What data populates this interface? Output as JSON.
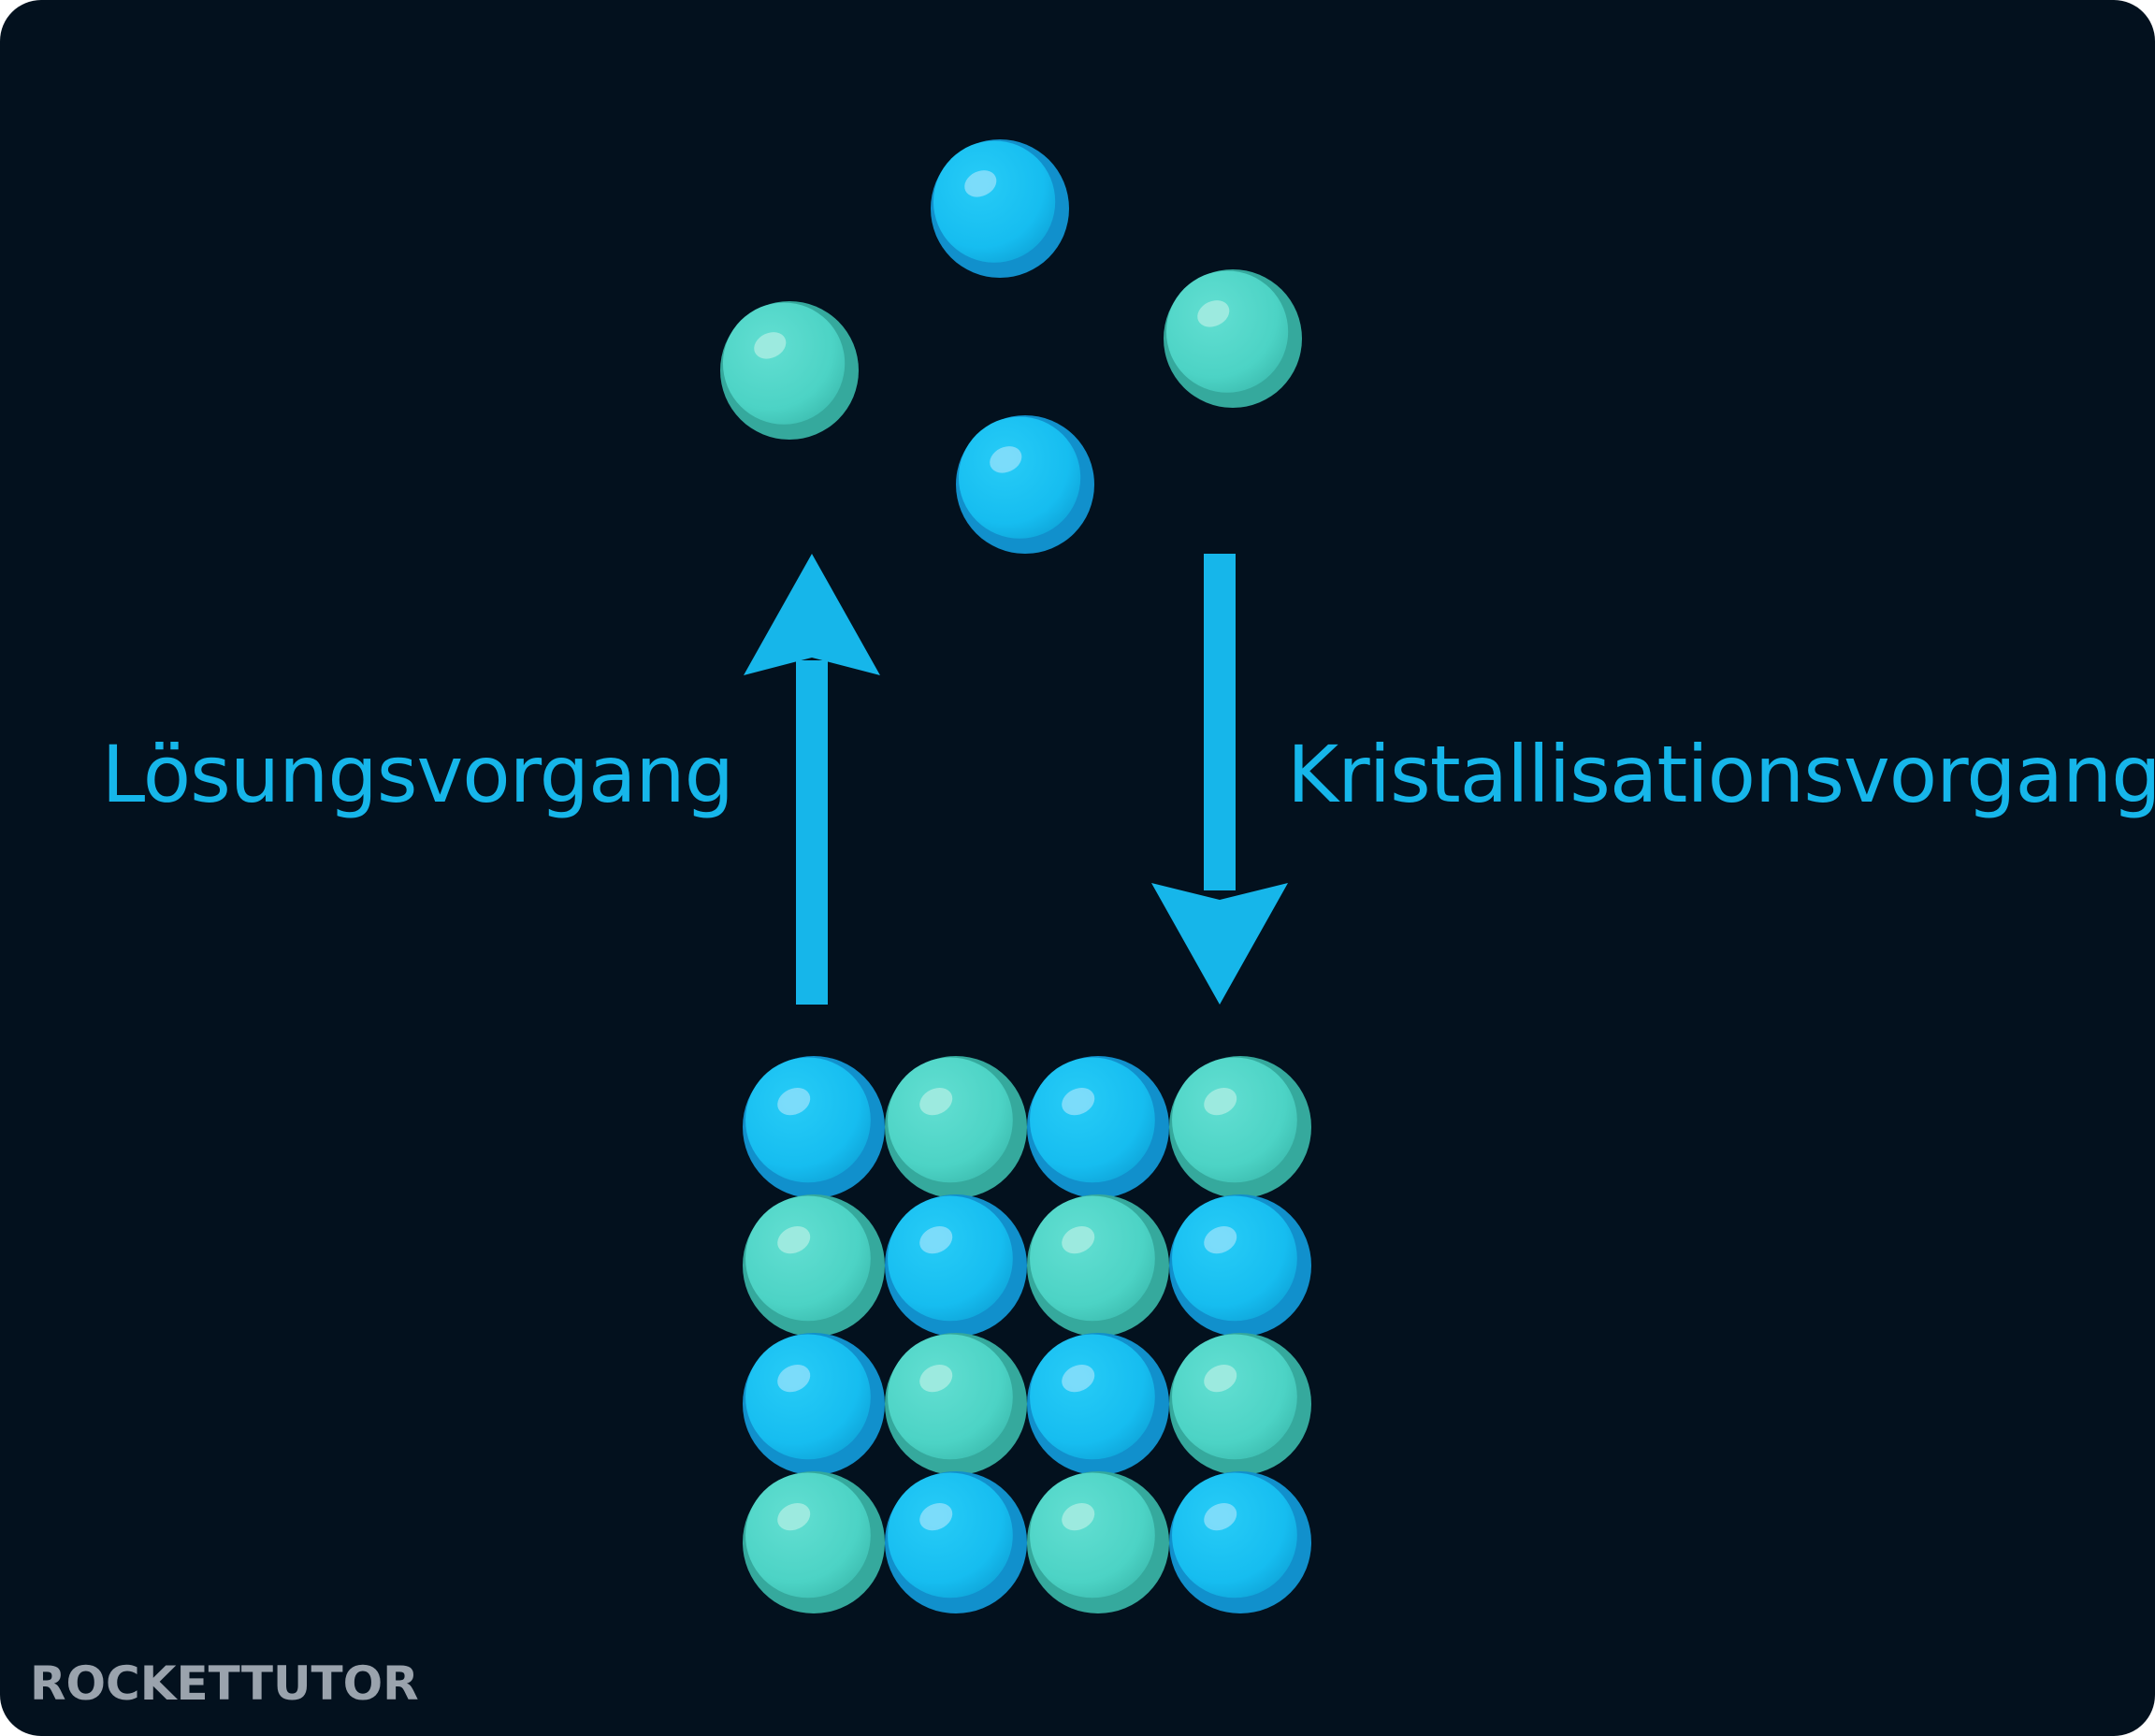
{
  "labels": {
    "dissolution": "Lösungsvorgang",
    "crystallization": "Kristallisationsvorgang"
  },
  "logo": {
    "text": "ROCKETTUTOR"
  },
  "colors": {
    "background": "#03111e",
    "arrow": "#16b6ea",
    "label": "#16b6ea",
    "particle_blue": "#16c1f2",
    "particle_teal": "#4fd5c8",
    "logo": "#9aa3ad"
  },
  "particles": {
    "free": [
      "teal",
      "blue",
      "blue",
      "teal"
    ],
    "lattice": [
      [
        "blue",
        "teal",
        "blue",
        "teal"
      ],
      [
        "teal",
        "blue",
        "teal",
        "blue"
      ],
      [
        "blue",
        "teal",
        "blue",
        "teal"
      ],
      [
        "teal",
        "blue",
        "teal",
        "blue"
      ]
    ]
  },
  "icons": {
    "dissolution_arrow": "arrow-up-icon",
    "crystallization_arrow": "arrow-down-icon"
  }
}
